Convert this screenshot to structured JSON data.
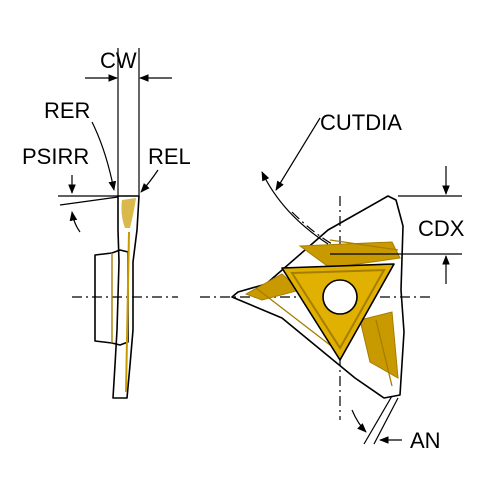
{
  "labels": {
    "cw": "CW",
    "rer": "RER",
    "psirr": "PSIRR",
    "rel": "REL",
    "cutdia": "CUTDIA",
    "cdx": "CDX",
    "an": "AN"
  },
  "colors": {
    "insert": "#f2c200",
    "insert_shade": "#c99a00",
    "insert_dark": "#a77d00",
    "line": "#000000",
    "background": "#ffffff"
  }
}
